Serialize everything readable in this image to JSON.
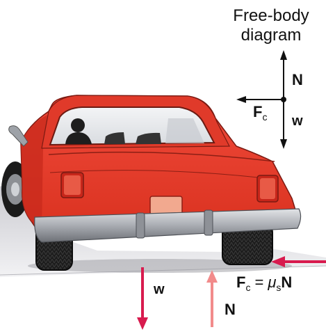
{
  "fbd": {
    "title_line1": "Free-body",
    "title_line2": "diagram",
    "normal_label": "N",
    "centripetal_label": "F",
    "centripetal_sub": "c",
    "weight_label": "w"
  },
  "forces": {
    "weight_label": "w",
    "normal_label": "N",
    "friction_F": "F",
    "friction_sub_c": "c",
    "friction_eq": "=",
    "friction_mu": "μ",
    "friction_sub_s": "s",
    "friction_N": "N"
  },
  "colors": {
    "car_body": "#e8392b",
    "car_dark": "#b8261c",
    "road": "#cfcfd3",
    "force_arrow": "#d81b4e",
    "normal_arrow": "#f28b8b",
    "bumper": "#a5a8ad"
  }
}
